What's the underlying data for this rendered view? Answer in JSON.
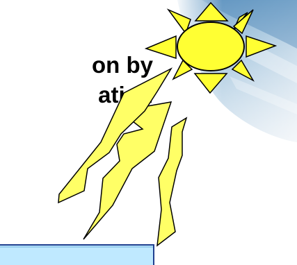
{
  "slide": {
    "title_line_1": "on by",
    "title_line_2": "ation"
  },
  "colors": {
    "sun_fill": "#ffff33",
    "sun_stroke": "#000000",
    "ray_fill": "#ffff66",
    "water_fill": "#bfe9ff",
    "text_color": "#000000"
  },
  "icons": [
    "sun-icon",
    "lightning-ray-icon",
    "water-surface"
  ]
}
